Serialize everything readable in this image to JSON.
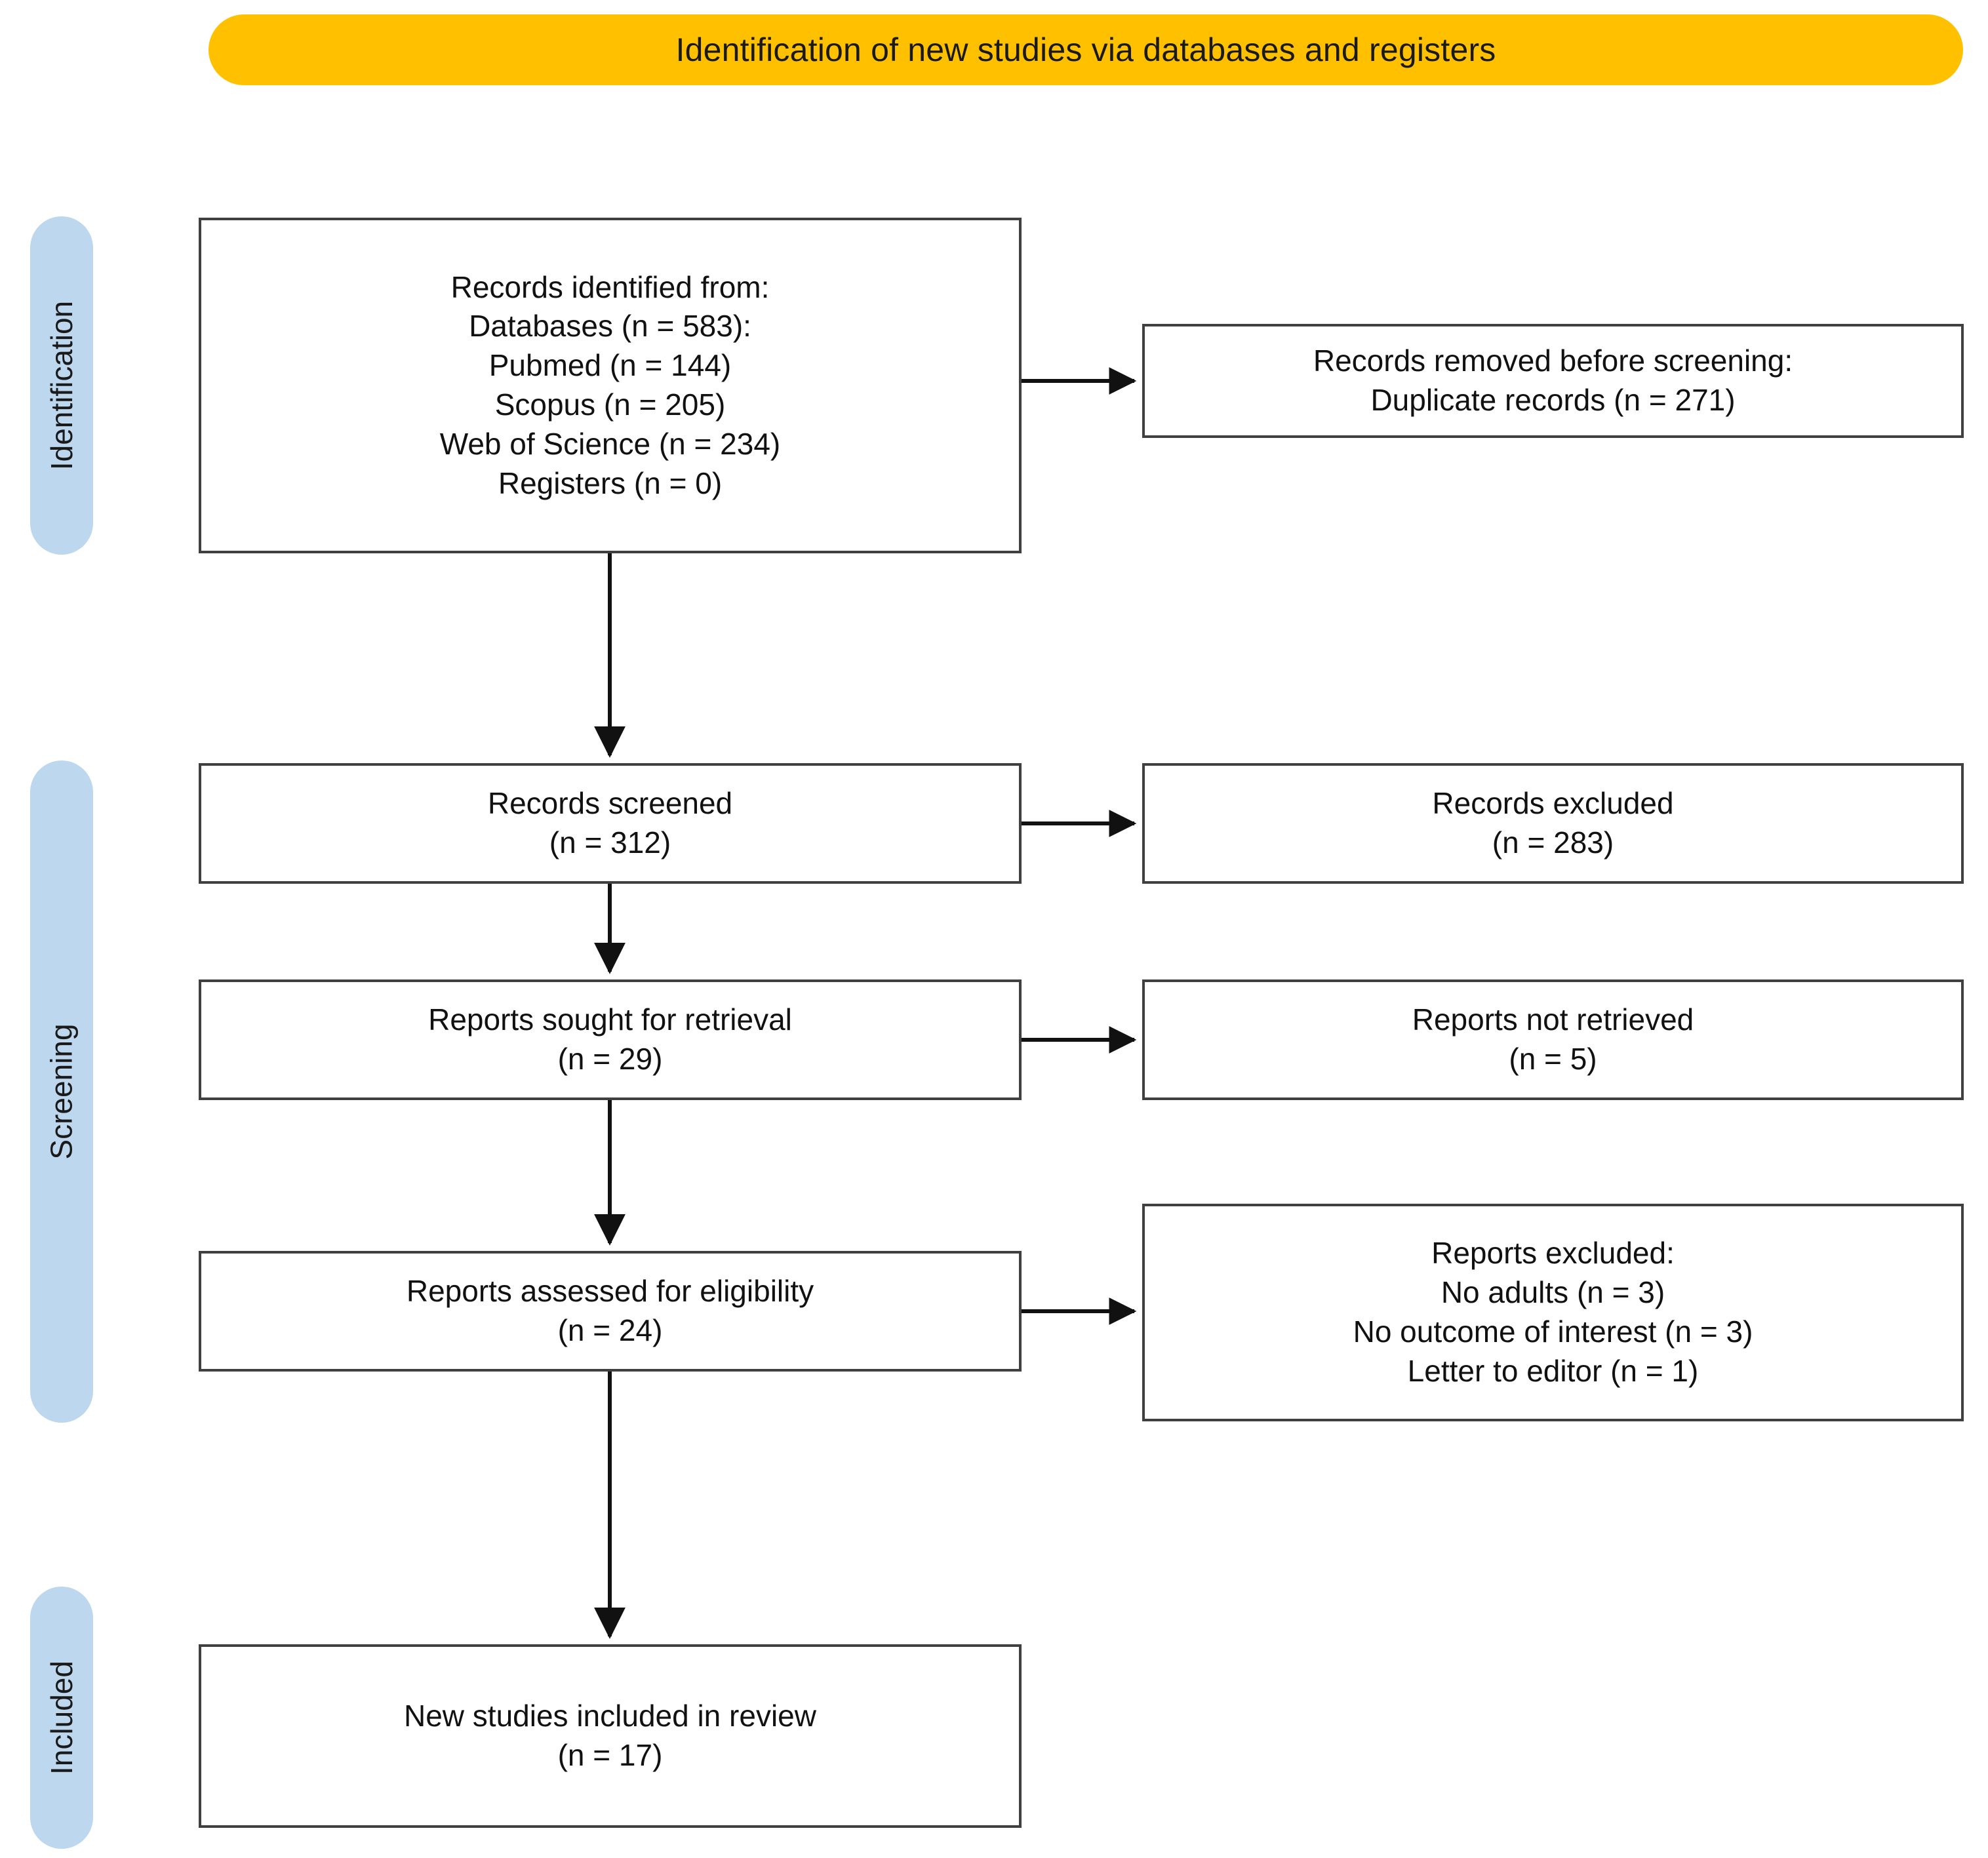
{
  "banner": {
    "title": "Identification of new studies via databases and registers",
    "color": "#FFC000"
  },
  "stage_labels": {
    "color": "#BDD7EE",
    "identification": "Identification",
    "screening": "Screening",
    "included": "Included"
  },
  "boxes": {
    "identified": {
      "lines": [
        "Records identified from:",
        "Databases (n = 583):",
        "Pubmed (n = 144)",
        "Scopus (n = 205)",
        "Web of Science (n = 234)",
        "Registers  (n = 0)"
      ]
    },
    "removed": {
      "lines": [
        "Records removed before screening:",
        "Duplicate records (n = 271)"
      ]
    },
    "screened": {
      "lines": [
        "Records screened",
        "(n = 312)"
      ]
    },
    "excluded": {
      "lines": [
        "Records excluded",
        "(n = 283)"
      ]
    },
    "sought": {
      "lines": [
        "Reports sought for retrieval",
        "(n = 29)"
      ]
    },
    "not_retrieved": {
      "lines": [
        "Reports not retrieved",
        "(n = 5)"
      ]
    },
    "assessed": {
      "lines": [
        "Reports assessed for eligibility",
        "(n = 24)"
      ]
    },
    "reports_excluded": {
      "lines": [
        "Reports excluded:",
        "No adults (n = 3)",
        "No outcome of interest (n = 3)",
        "Letter to editor (n = 1)"
      ]
    },
    "included": {
      "lines": [
        "New studies included in review",
        "(n = 17)"
      ]
    }
  },
  "chart_data": {
    "type": "diagram",
    "title": "Identification of new studies via databases and registers",
    "diagram_kind": "PRISMA 2020 flow diagram",
    "stages": [
      "Identification",
      "Screening",
      "Included"
    ],
    "nodes": [
      {
        "id": "identified",
        "stage": "Identification",
        "column": "left",
        "label": "Records identified from: Databases (n = 583): Pubmed (n = 144) Scopus (n = 205) Web of Science (n = 234) Registers (n = 0)",
        "counts": {
          "databases_total": 583,
          "pubmed": 144,
          "scopus": 205,
          "web_of_science": 234,
          "registers": 0
        }
      },
      {
        "id": "removed",
        "stage": "Identification",
        "column": "right",
        "label": "Records removed before screening: Duplicate records (n = 271)",
        "counts": {
          "duplicate_records": 271
        }
      },
      {
        "id": "screened",
        "stage": "Screening",
        "column": "left",
        "label": "Records screened",
        "counts": {
          "n": 312
        }
      },
      {
        "id": "excluded",
        "stage": "Screening",
        "column": "right",
        "label": "Records excluded",
        "counts": {
          "n": 283
        }
      },
      {
        "id": "sought",
        "stage": "Screening",
        "column": "left",
        "label": "Reports sought for retrieval",
        "counts": {
          "n": 29
        }
      },
      {
        "id": "not_retrieved",
        "stage": "Screening",
        "column": "right",
        "label": "Reports not retrieved",
        "counts": {
          "n": 5
        }
      },
      {
        "id": "assessed",
        "stage": "Screening",
        "column": "left",
        "label": "Reports assessed for eligibility",
        "counts": {
          "n": 24
        }
      },
      {
        "id": "reports_excluded",
        "stage": "Screening",
        "column": "right",
        "label": "Reports excluded",
        "counts": {
          "no_adults": 3,
          "no_outcome_of_interest": 3,
          "letter_to_editor": 1
        }
      },
      {
        "id": "included",
        "stage": "Included",
        "column": "left",
        "label": "New studies included in review",
        "counts": {
          "n": 17
        }
      }
    ],
    "edges": [
      {
        "from": "identified",
        "to": "removed",
        "direction": "right"
      },
      {
        "from": "identified",
        "to": "screened",
        "direction": "down"
      },
      {
        "from": "screened",
        "to": "excluded",
        "direction": "right"
      },
      {
        "from": "screened",
        "to": "sought",
        "direction": "down"
      },
      {
        "from": "sought",
        "to": "not_retrieved",
        "direction": "right"
      },
      {
        "from": "sought",
        "to": "assessed",
        "direction": "down"
      },
      {
        "from": "assessed",
        "to": "reports_excluded",
        "direction": "right"
      },
      {
        "from": "assessed",
        "to": "included",
        "direction": "down"
      }
    ]
  }
}
